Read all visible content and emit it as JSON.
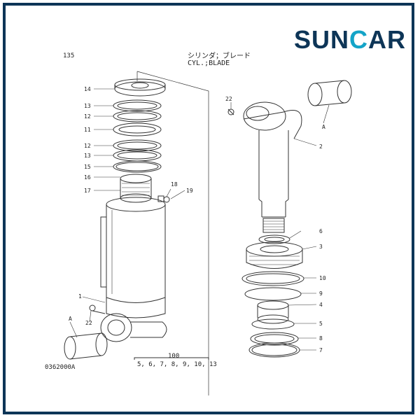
{
  "brand": {
    "part1": "SUN",
    "part2": "C",
    "part3": "AR"
  },
  "page_number": "135",
  "title_jp": "シリンダ；ブレード",
  "title_en": "CYL.;BLADE",
  "drawing_code": "0362000A",
  "kit": {
    "number": "100",
    "contents": "5, 6, 7, 8, 9, 10, 13"
  },
  "callouts": {
    "c14": "14",
    "c13a": "13",
    "c12a": "12",
    "c11": "11",
    "c12b": "12",
    "c13b": "13",
    "c15": "15",
    "c16": "16",
    "c17": "17",
    "c18": "18",
    "c19": "19",
    "c22a": "22",
    "c2": "2",
    "cA1": "A",
    "c6": "6",
    "c3": "3",
    "c10": "10",
    "c9": "9",
    "c4": "4",
    "c5": "5",
    "c8": "8",
    "c7": "7",
    "c1": "1",
    "c22b": "22",
    "cA2": "A"
  },
  "colors": {
    "brand_dark": "#0d3557",
    "brand_accent": "#14a4c8",
    "line": "#333333"
  }
}
